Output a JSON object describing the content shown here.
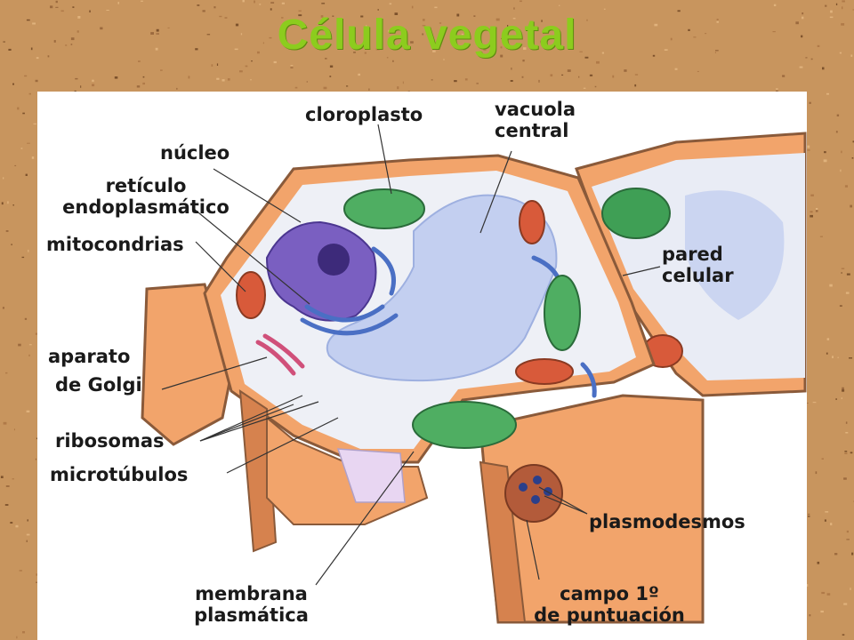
{
  "title": "Célula vegetal",
  "colors": {
    "title": "#8ccc1e",
    "board": "#c8955e",
    "cell_wall": "#f2a46b",
    "cytoplasm": "#eef0f6",
    "vacuole": "#c3cff0",
    "nucleus": "#7a5fc1",
    "chloroplast": "#3f9f55",
    "mitochondria": "#d85a3a",
    "golgi": "#d0507a",
    "er": "#4a6fc4"
  },
  "labels": {
    "cloroplasto": "cloroplasto",
    "vacuola_1": "vacuola",
    "vacuola_2": "central",
    "nucleo": "núcleo",
    "reticulo_1": "retículo",
    "reticulo_2": "endoplasmático",
    "mitocondrias": "mitocondrias",
    "pared_1": "pared",
    "pared_2": "celular",
    "aparato_1": "aparato",
    "aparato_2": "de Golgi",
    "ribosomas": "ribosomas",
    "microtubulos": "microtúbulos",
    "plasmodesmos": "plasmodesmos",
    "membrana_1": "membrana",
    "membrana_2": "plasmática",
    "campo_1": "campo 1º",
    "campo_2": "de puntuación"
  },
  "icons": [
    "cork-texture",
    "cell-illustration"
  ]
}
